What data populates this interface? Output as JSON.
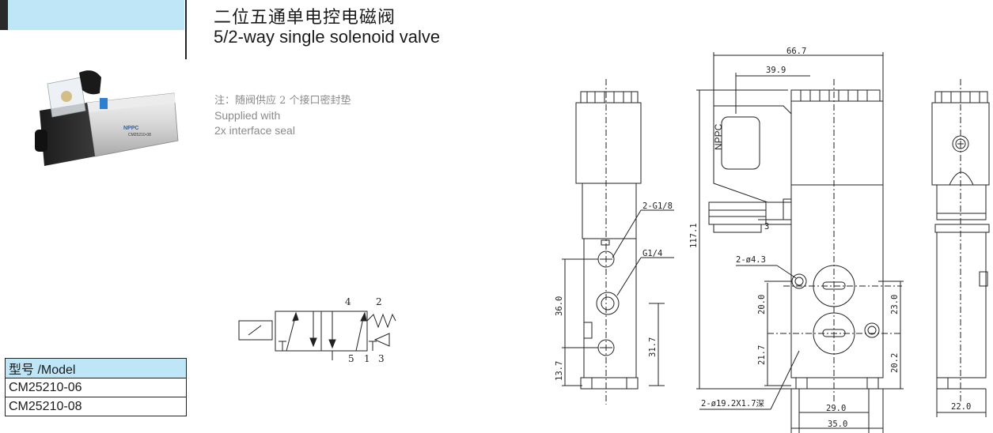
{
  "header": {
    "title_cn": "二位五通单电控电磁阀",
    "title_en": "5/2-way single solenoid valve"
  },
  "note": {
    "cn": "注：随阀供应 2 个接口密封垫",
    "en_line1": "Supplied with",
    "en_line2": "2x interface seal"
  },
  "product_photo": {
    "brand": "NPPC",
    "model_label": "CM25210-08"
  },
  "model_table": {
    "header": "型号 /Model",
    "rows": [
      "CM25210-06",
      "CM25210-08"
    ]
  },
  "symbol": {
    "port_4": "4",
    "port_2": "2",
    "port_5": "5",
    "port_1": "1",
    "port_3": "3"
  },
  "dimensions": {
    "d_66_7": "66.7",
    "d_39_9": "39.9",
    "d_117_1": "117.1",
    "port_2g18": "2-G1/8",
    "port_g14": "G1/4",
    "d_3": "3",
    "hole_2_43": "2-ø4.3",
    "d_36_0": "36.0",
    "d_13_7": "13.7",
    "d_31_7": "31.7",
    "d_20_0": "20.0",
    "d_21_7": "21.7",
    "d_23_0": "23.0",
    "d_20_2": "20.2",
    "counterbore": "2-ø19.2X1.7深",
    "d_29_0": "29.0",
    "d_35_0": "35.0",
    "d_22_0": "22.0",
    "coil_brand": "NPPC"
  },
  "colors": {
    "header_blue": "#bfe6f7",
    "accent_dark": "#2a2a2a",
    "valve_blue": "#2f7fd0"
  }
}
